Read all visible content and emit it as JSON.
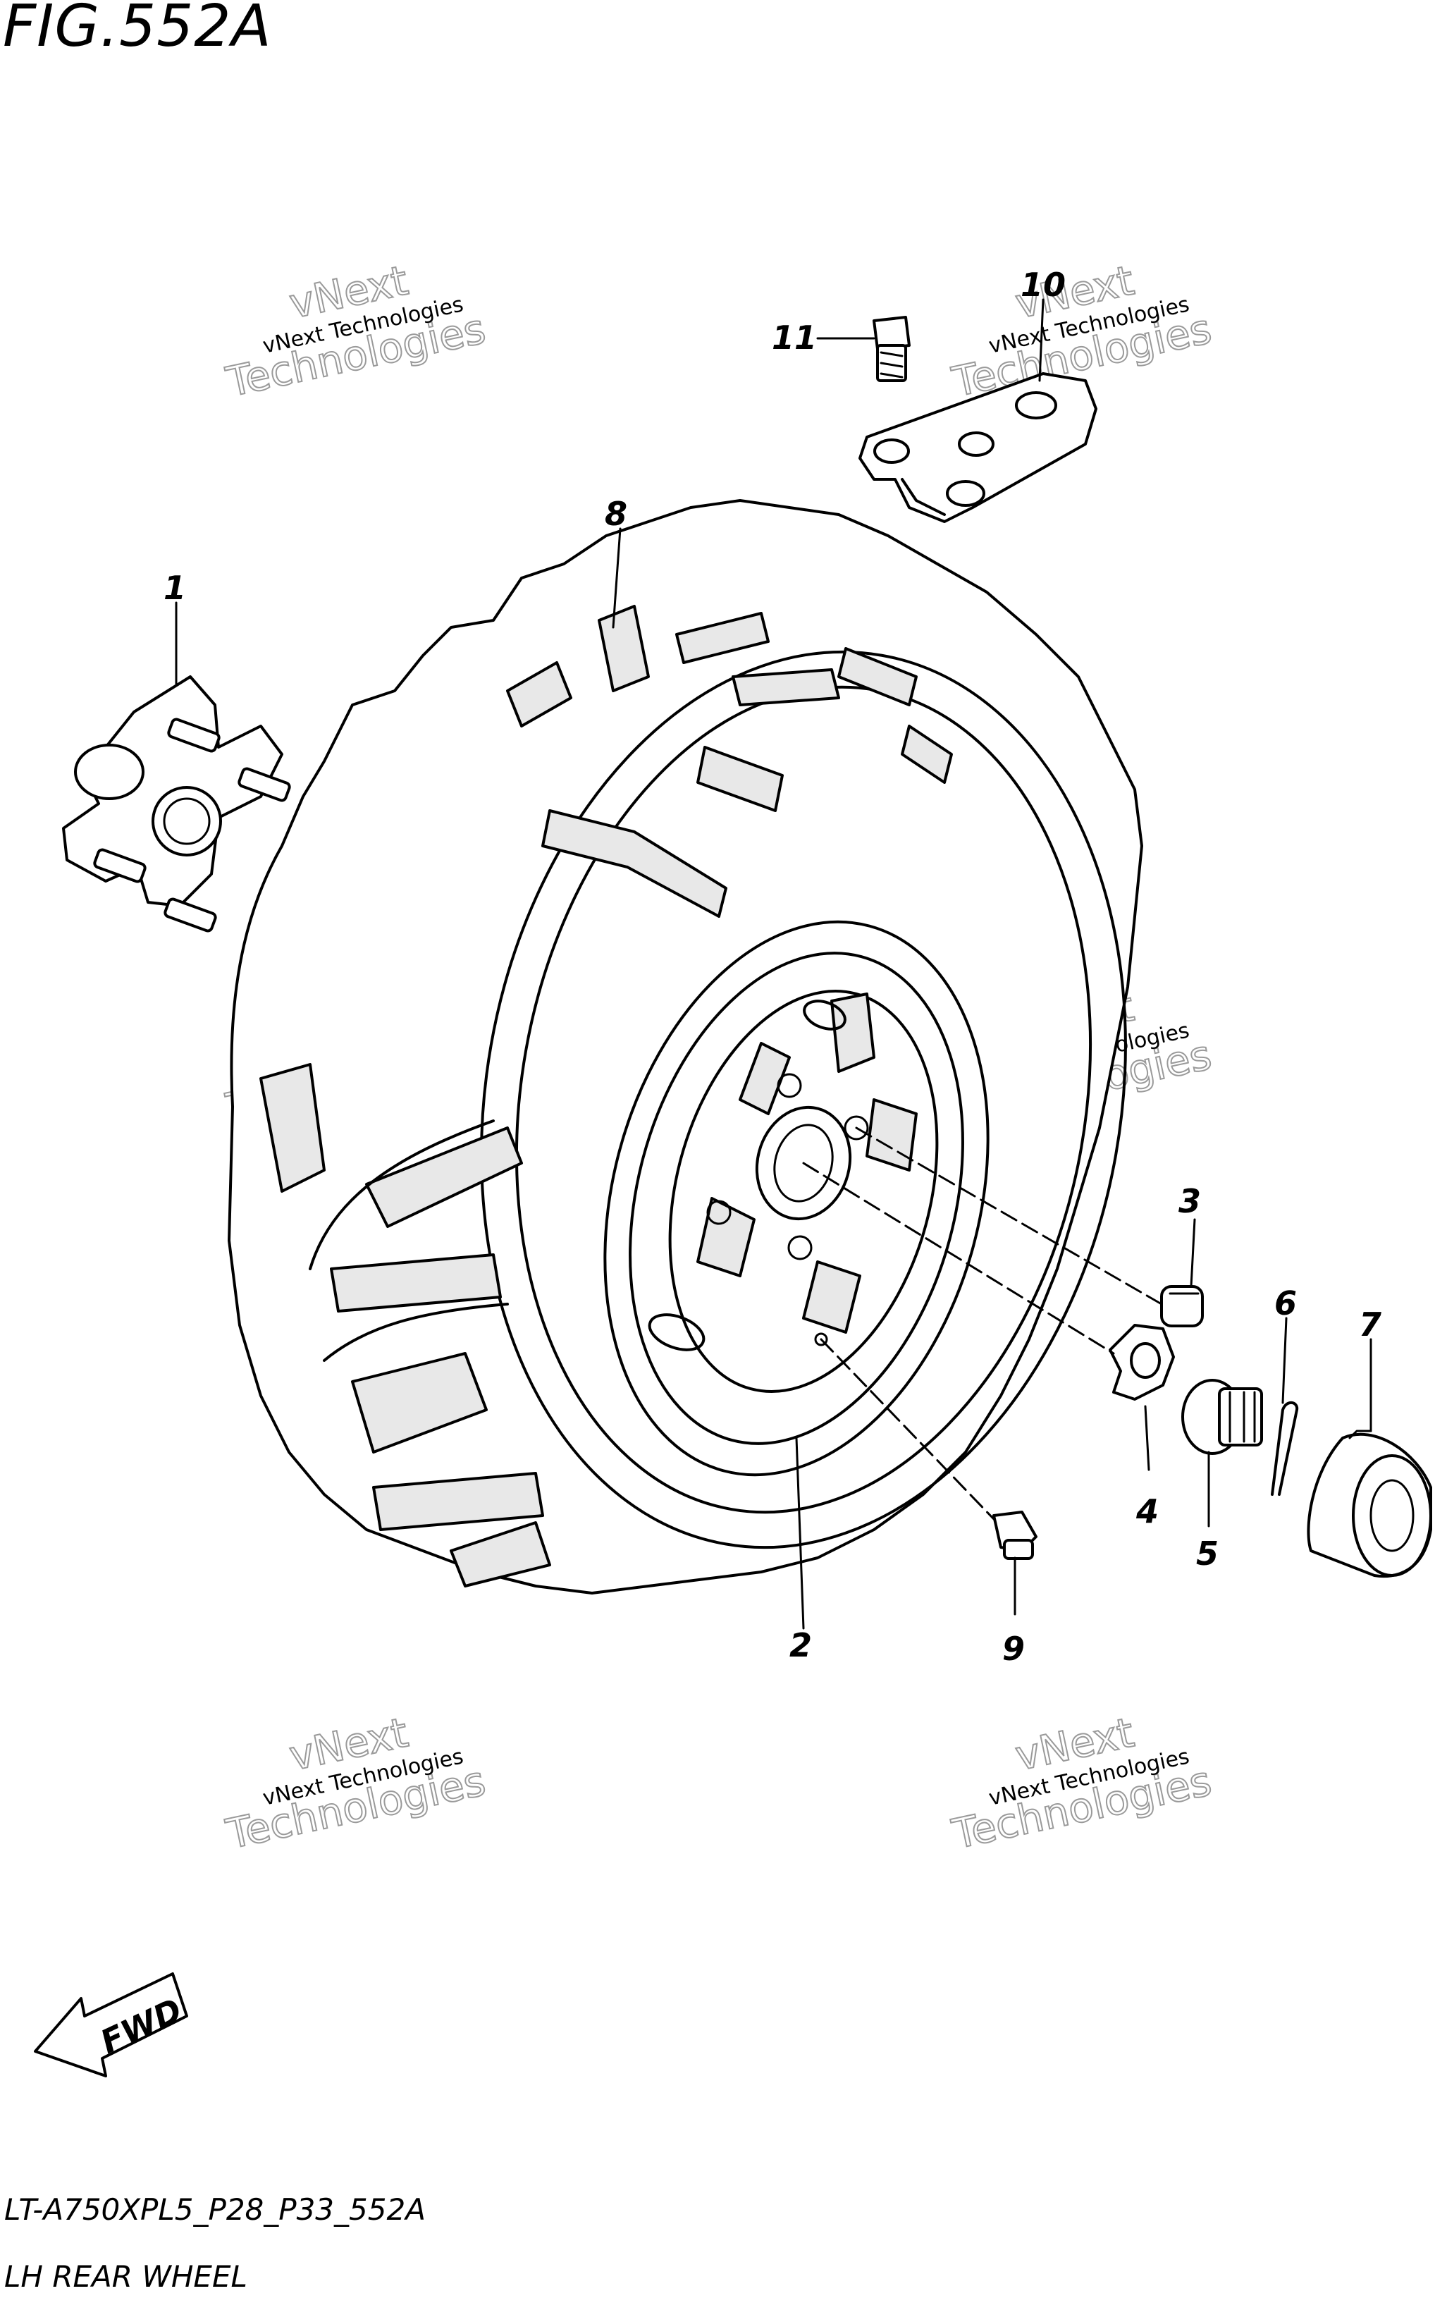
{
  "title": "FIG.552A",
  "footer": {
    "code": "LT-A750XPL5_P28_P33_552A",
    "name": "LH REAR WHEEL"
  },
  "callouts": [
    "1",
    "2",
    "3",
    "4",
    "5",
    "6",
    "7",
    "8",
    "9",
    "10",
    "11"
  ],
  "direction_label": "FWD",
  "watermark": {
    "line1": "vNext Technologies",
    "line2": "vNext",
    "line3": "Technologies"
  }
}
